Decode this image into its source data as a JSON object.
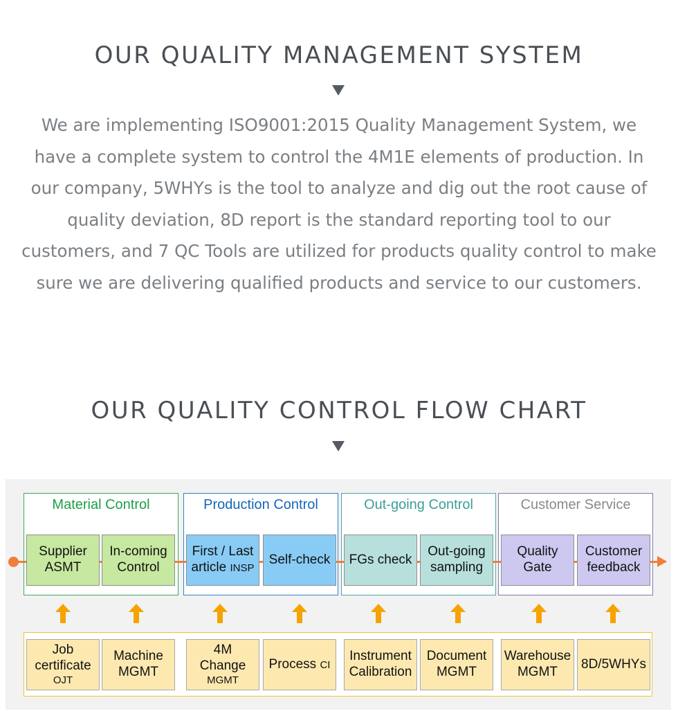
{
  "quality_management": {
    "title": "OUR QUALITY MANAGEMENT SYSTEM",
    "body": "We are implementing ISO9001:2015 Quality Management System, we have a complete system to control the 4M1E elements of production. In our company, 5WHYs is the tool to analyze and dig out the root cause of quality deviation, 8D report is the standard reporting tool to our customers, and 7 QC Tools are utilized for products quality control to make sure we are delivering qualified products and service to our customers."
  },
  "flow_chart": {
    "title": "OUR QUALITY CONTROL FLOW CHART",
    "groups": [
      {
        "title": "Material Control",
        "title_color": "#1e9e4a",
        "border_color": "#3fa65d",
        "box_color": "#c6e8a0",
        "steps": [
          {
            "line1": "Supplier",
            "line2": "ASMT"
          },
          {
            "line1": "In-coming",
            "line2": "Control"
          }
        ]
      },
      {
        "title": "Production Control",
        "title_color": "#1565b8",
        "border_color": "#2e7ec4",
        "box_color": "#88ccf5",
        "steps": [
          {
            "line1": "First / Last",
            "line2": "article",
            "line2_small": "INSP"
          },
          {
            "line1": "Self-check",
            "line2": ""
          }
        ]
      },
      {
        "title": "Out-going Control",
        "title_color": "#3a9f9a",
        "border_color": "#4aa8a3",
        "box_color": "#b7e0dc",
        "steps": [
          {
            "line1": "FGs check",
            "line2": ""
          },
          {
            "line1": "Out-going",
            "line2": "sampling"
          }
        ]
      },
      {
        "title": "Customer Service",
        "title_color": "#8a8a8a",
        "border_color": "#7e78b8",
        "box_color": "#ccc8f0",
        "steps": [
          {
            "line1": "Quality",
            "line2": "Gate"
          },
          {
            "line1": "Customer",
            "line2": "feedback"
          }
        ]
      }
    ],
    "flow_color": "#f07e3a",
    "arrow_color": "#f5a300",
    "resources": [
      {
        "line1": "Job",
        "line2": "certificate",
        "line3": "OJT"
      },
      {
        "line1": "Machine",
        "line2": "MGMT"
      },
      {
        "line1": "4M",
        "line2": "Change",
        "line3": "MGMT"
      },
      {
        "line1": "Process",
        "line1_small": "CI"
      },
      {
        "line1": "Instrument",
        "line2": "Calibration"
      },
      {
        "line1": "Document",
        "line2": "MGMT"
      },
      {
        "line1": "Warehouse",
        "line2": "MGMT"
      },
      {
        "line1": "8D/5WHYs"
      }
    ]
  }
}
